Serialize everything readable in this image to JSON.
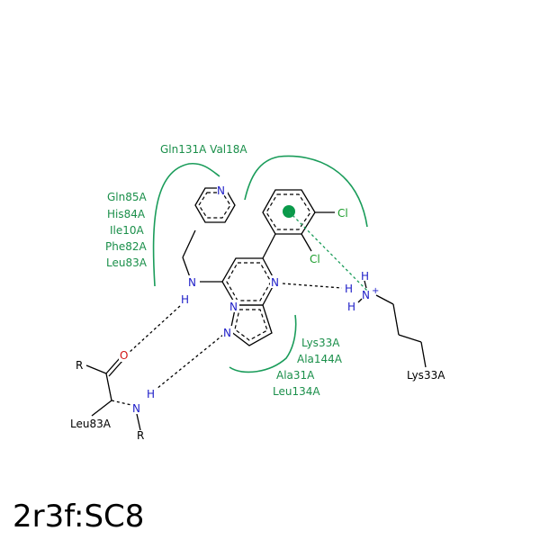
{
  "title": "2r3f:SC8",
  "residues_top": "Gln131A Val18A",
  "residues_left": [
    "Gln85A",
    "His84A",
    "Ile10A",
    "Phe82A",
    "Leu83A"
  ],
  "residues_bottom": [
    "Lys33A",
    "Ala144A",
    "Ala31A",
    "Leu134A"
  ],
  "lys_label": "Lys33A",
  "leu_label": "Leu83A",
  "atoms": {
    "N": "N",
    "H": "H",
    "O": "O",
    "Cl": "Cl",
    "R": "R",
    "plus": "+"
  },
  "colors": {
    "residue": "#1a8f4a",
    "nitrogen": "#2020c8",
    "oxygen": "#d21414",
    "chlorine": "#1a9c2a",
    "interaction": "#1a9c5a"
  }
}
